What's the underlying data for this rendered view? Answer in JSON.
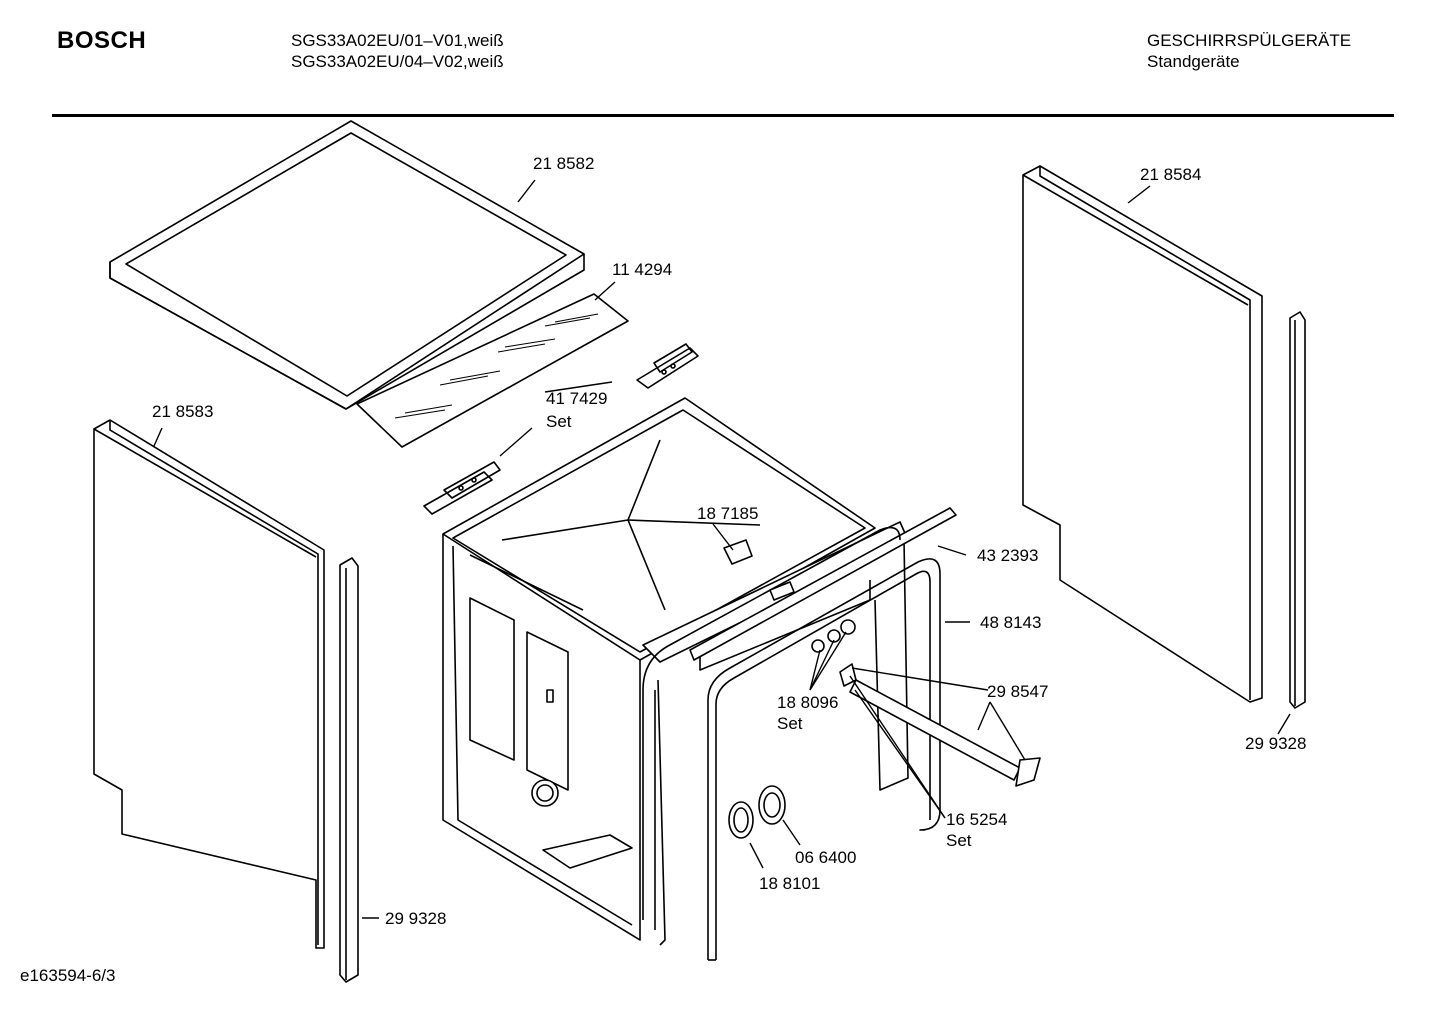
{
  "header": {
    "brand": "BOSCH",
    "models": [
      "SGS33A02EU/01–V01,weiß",
      "SGS33A02EU/04–V02,weiß"
    ],
    "category": [
      "GESCHIRRSPÜLGERÄTE",
      "Standgeräte"
    ]
  },
  "parts": {
    "p218582": "21 8582",
    "p114294": "11 4294",
    "p417429": [
      "41 7429",
      "Set"
    ],
    "p218583": "21 8583",
    "p218584": "21 8584",
    "p187185": "18 7185",
    "p432393": "43 2393",
    "p488143": "48 8143",
    "p298547": "29 8547",
    "p188096": [
      "18 8096",
      "Set"
    ],
    "p299328_right": "29 9328",
    "p299328_left": "29 9328",
    "p165254": [
      "16 5254",
      "Set"
    ],
    "p066400": "06 6400",
    "p188101": "18 8101"
  },
  "footer": {
    "doc_id": "e163594-6/3"
  }
}
